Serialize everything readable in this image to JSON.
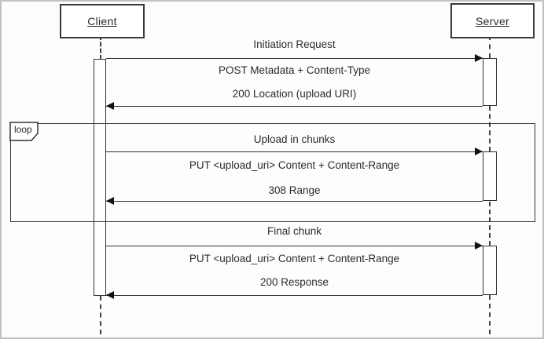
{
  "diagram": {
    "title_semantic": "Resumable upload sequence diagram",
    "actors": [
      {
        "name": "Client"
      },
      {
        "name": "Server"
      }
    ],
    "loop": {
      "operator_label": "loop"
    },
    "sections": [
      {
        "title": "Initiation Request",
        "request": "POST Metadata + Content-Type",
        "response": "200 Location (upload URI)"
      },
      {
        "title": "Upload in chunks",
        "request": "PUT <upload_uri> Content + Content-Range",
        "response": "308 Range"
      },
      {
        "title": "Final chunk",
        "request": "PUT <upload_uri> Content + Content-Range",
        "response": "200 Response"
      }
    ],
    "colors": {
      "line": "#2f2f2f",
      "frame_border": "#c2c2c2",
      "background": "#fdfdfd"
    }
  }
}
